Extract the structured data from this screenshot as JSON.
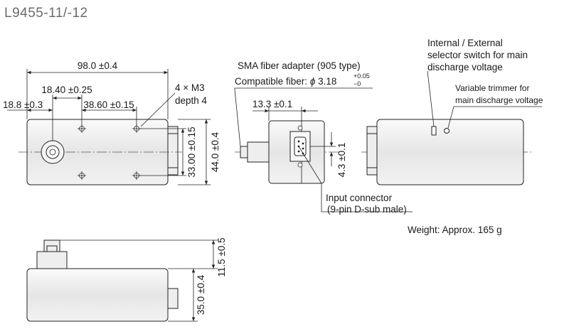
{
  "title": "L9455-11/-12",
  "dimensions": {
    "length": "98.0 ±0.4",
    "hole_offset": "18.40 ±0.25",
    "front_offset": "18.8 ±0.3",
    "hole_pitch": "38.60 ±0.15",
    "height_total": "44.0 ±0.4",
    "hole_height": "33.00 ±0.15",
    "front_width": "13.3 ±0.1",
    "connector_offset": "4.3 ±0.1",
    "side_height": "35.0 ±0.4",
    "side_adapter": "11.5 ±0.5"
  },
  "notes": {
    "screws_line1": "4 × M3",
    "screws_line2": "depth 4",
    "sma_adapter": "SMA fiber adapter (905 type)",
    "fiber_prefix": "Compatible fiber: ",
    "fiber_phi": "ϕ",
    "fiber_value": "3.18",
    "fiber_tol_plus": "+0.05",
    "fiber_tol_minus": "−0",
    "switch_line1": "Internal / External",
    "switch_line2": "selector switch for main",
    "switch_line3": "discharge voltage",
    "trimmer_line1": "Variable trimmer for",
    "trimmer_line2": "main discharge voltage",
    "connector_line1": "Input connector",
    "connector_line2": "(9-pin D-sub male)",
    "weight": "Weight: Approx. 165 g"
  }
}
